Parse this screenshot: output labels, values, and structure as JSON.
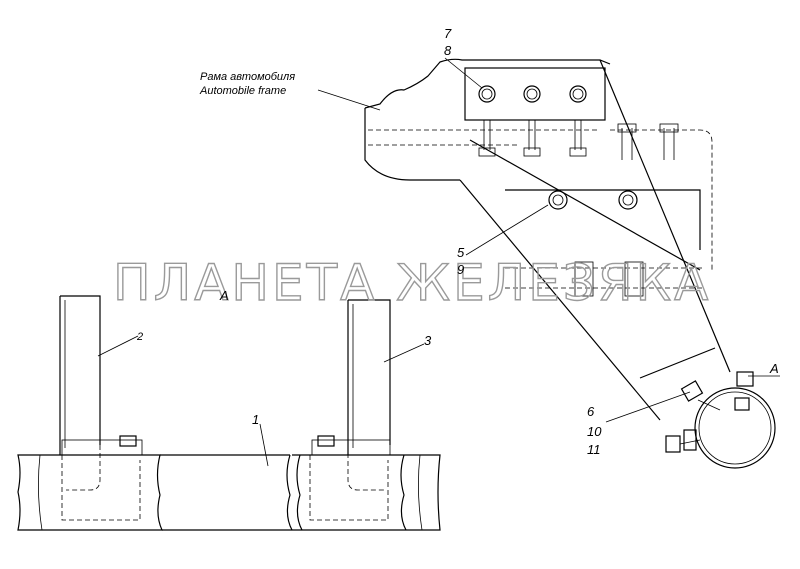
{
  "frame_label": {
    "line1": "Рама автомобиля",
    "line2": "Automobile frame"
  },
  "callouts": {
    "n7": "7",
    "n8": "8",
    "n5": "5",
    "n9": "9",
    "n6": "6",
    "n10": "10",
    "n11": "11",
    "n1": "1",
    "n2": "2",
    "n3": "3"
  },
  "view_markers": {
    "section_a_left": "A",
    "section_a_right": "A"
  },
  "watermark": "ПЛАНЕТА ЖЕЛЕЗЯКА"
}
